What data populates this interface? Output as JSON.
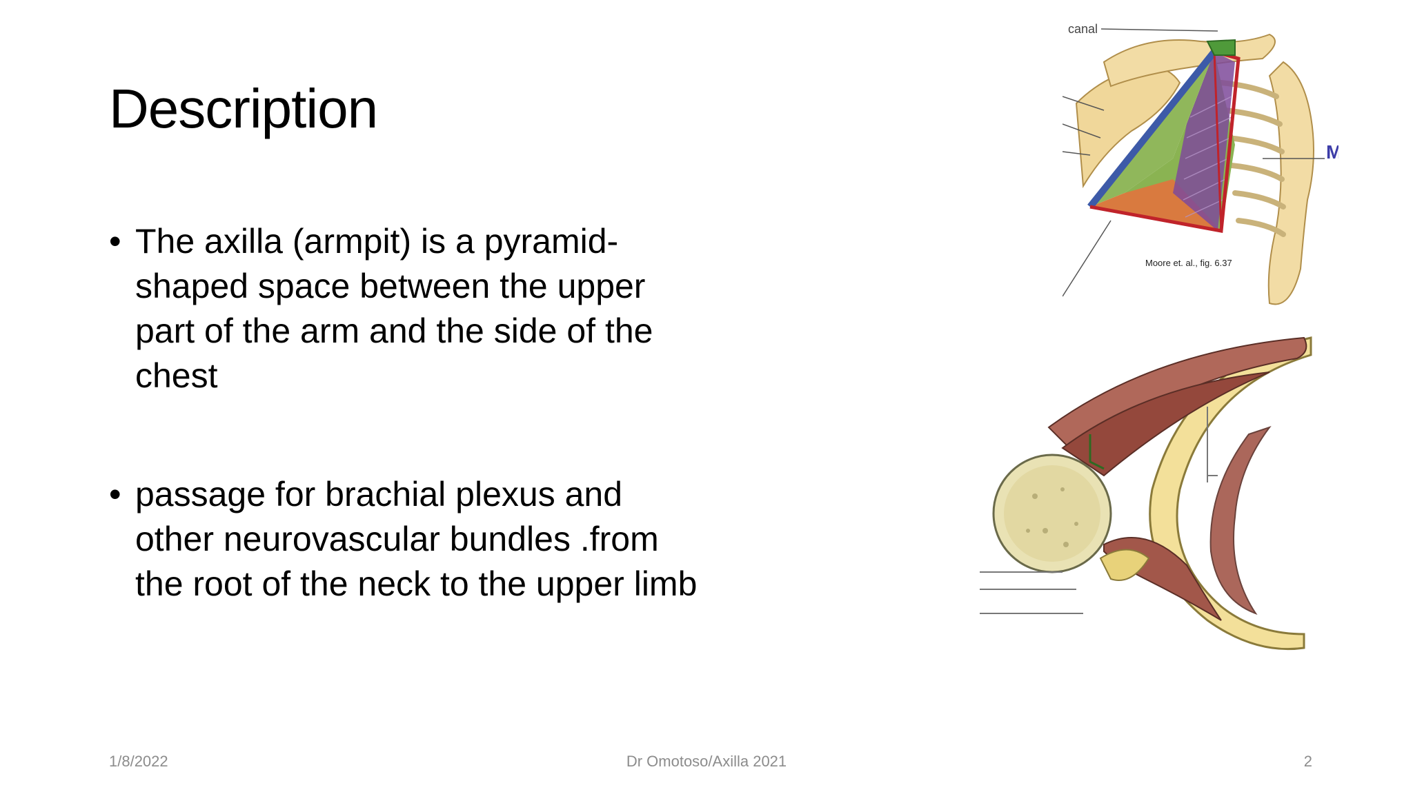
{
  "slide": {
    "title": "Description",
    "bullets": [
      {
        "marker": "•",
        "text": "The axilla (armpit) is a pyramid-shaped space between the upper part of the arm and the side of the chest"
      },
      {
        "marker": "•",
        "text": "passage for brachial plexus and other neurovascular bundles .from the root of the neck to the upper limb"
      }
    ]
  },
  "figures": {
    "top": {
      "label_canal": "canal",
      "caption": "Moore et. al., fig. 6.37",
      "edge_letter": "M"
    }
  },
  "footer": {
    "date": "1/8/2022",
    "center": "Dr Omotoso/Axilla 2021",
    "page": "2"
  },
  "colors": {
    "pyramid_green": "#8ab352",
    "pyramid_orange": "#d97a3f",
    "pyramid_purple": "#7e4a9a",
    "edge_blue": "#3d5aa8",
    "edge_red": "#c0232a",
    "bone": "#f0d79a",
    "muscle": "#a2574a"
  }
}
